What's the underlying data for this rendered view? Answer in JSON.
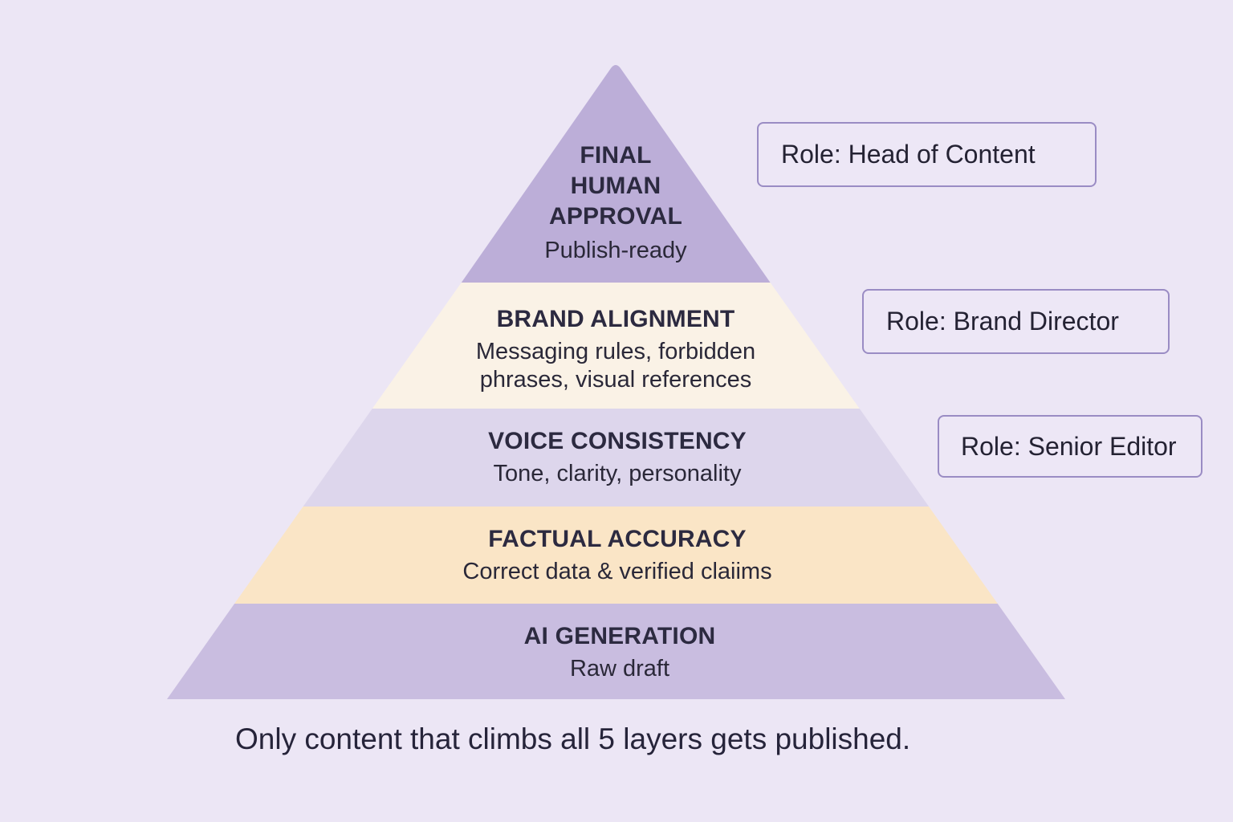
{
  "diagram": {
    "type": "pyramid",
    "layers": [
      {
        "title": "FINAL\nHUMAN\nAPPROVAL",
        "title_lines": [
          "FINAL",
          "HUMAN",
          "APPROVAL"
        ],
        "description": "Publish-ready",
        "color": "#bcaed8"
      },
      {
        "title": "BRAND ALIGNMENT",
        "description_lines": [
          "Messaging rules, forbidden",
          "phrases, visual references"
        ],
        "color": "#faf2e6"
      },
      {
        "title": "VOICE CONSISTENCY",
        "description": "Tone, clarity, personality",
        "color": "#ddd6ec"
      },
      {
        "title": "FACTUAL ACCURACY",
        "description": "Correct data & verified claiims",
        "color": "#fae5c6"
      },
      {
        "title": "AI GENERATION",
        "description": "Raw draft",
        "color": "#c9bde0"
      }
    ],
    "roles": [
      {
        "label": "Role: Head of Content",
        "layer": "FINAL HUMAN APPROVAL"
      },
      {
        "label": "Role: Brand Director",
        "layer": "BRAND ALIGNMENT"
      },
      {
        "label": "Role: Senior Editor",
        "layer": "VOICE CONSISTENCY"
      }
    ],
    "footer": "Only content that climbs all 5 layers gets published.",
    "colors": {
      "background": "#ece6f5",
      "role_border": "#9a8cc4",
      "text": "#2c2a40"
    }
  }
}
